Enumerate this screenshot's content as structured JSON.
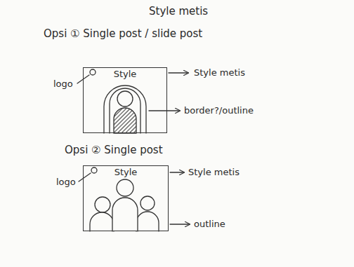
{
  "diagram": {
    "title": "Style metis",
    "nodes": [
      {
        "text": [
          "Style"
        ]
      },
      {
        "text": [
          "Style"
        ]
      }
    ],
    "labels": [
      "Opsi ① Single post / slide post",
      "logo",
      "Style metis",
      "border?/outline",
      "Opsi ② Single post",
      "logo",
      "Style metis",
      "outline"
    ]
  }
}
